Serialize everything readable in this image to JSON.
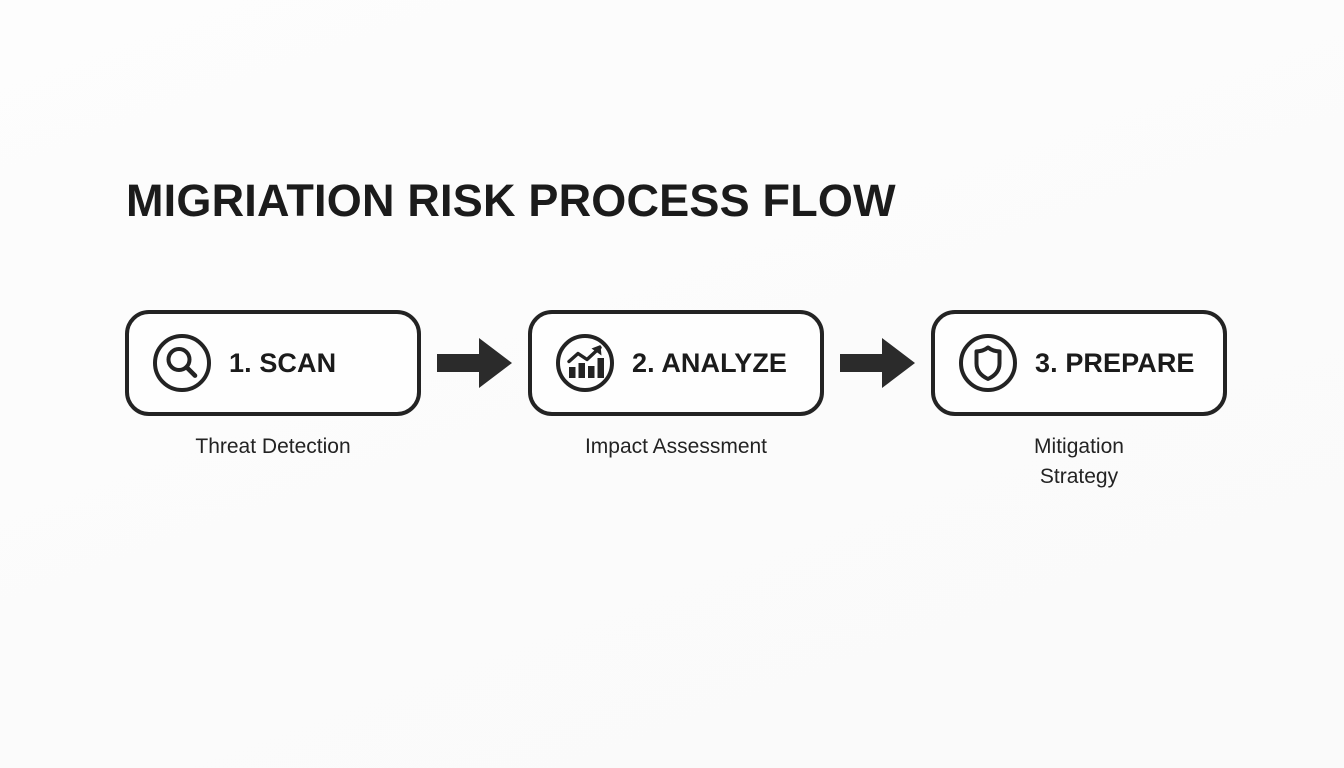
{
  "page": {
    "title": "MIGRIATION RISK PROCESS FLOW",
    "background_color": "#fcfcfc",
    "ink_color": "#1b1b1b"
  },
  "flow": {
    "steps": [
      {
        "label": "1. SCAN",
        "icon": "magnifier-circle-icon",
        "caption": "Threat Detection"
      },
      {
        "label": "2. ANALYZE",
        "icon": "bar-chart-trend-circle-icon",
        "caption": "Impact Assessment"
      },
      {
        "label": "3. PREPARE",
        "icon": "shield-circle-icon",
        "caption_line1": "Mitigation",
        "caption_line2": "Strategy"
      }
    ],
    "connectors": [
      {
        "icon": "arrow-right-icon"
      },
      {
        "icon": "arrow-right-icon"
      }
    ]
  }
}
